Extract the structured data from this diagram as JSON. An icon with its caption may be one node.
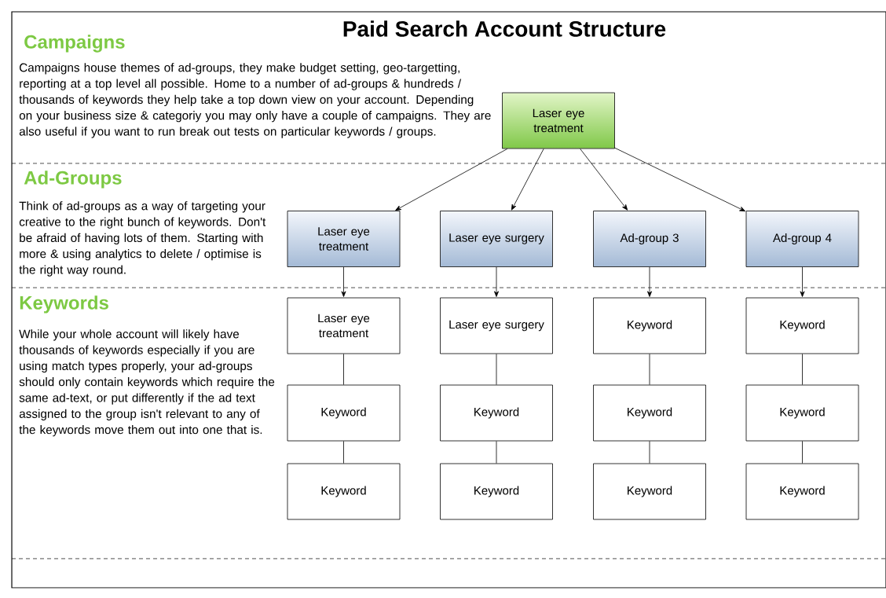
{
  "diagram": {
    "title": "Paid Search Account Structure",
    "nodes": [
      {
        "text": [
          "Laser eye treatment"
        ]
      },
      {
        "text": [
          "Laser eye treatment"
        ]
      },
      {
        "text": [
          "Laser eye surgery"
        ]
      },
      {
        "text": [
          "Ad-group 3"
        ]
      },
      {
        "text": [
          "Ad-group 4"
        ]
      },
      {
        "text": [
          "Laser eye treatment"
        ]
      },
      {
        "text": [
          "Laser eye surgery"
        ]
      },
      {
        "text": [
          "Keyword"
        ]
      },
      {
        "text": [
          "Keyword"
        ]
      },
      {
        "text": [
          "Keyword"
        ]
      },
      {
        "text": [
          "Keyword"
        ]
      },
      {
        "text": [
          "Keyword"
        ]
      },
      {
        "text": [
          "Keyword"
        ]
      },
      {
        "text": [
          "Keyword"
        ]
      },
      {
        "text": [
          "Keyword"
        ]
      },
      {
        "text": [
          "Keyword"
        ]
      },
      {
        "text": [
          "Keyword"
        ]
      }
    ],
    "edges": [
      {
        "from": 0,
        "to": 1,
        "arrow": "to"
      },
      {
        "from": 0,
        "to": 2,
        "arrow": "to"
      },
      {
        "from": 0,
        "to": 3,
        "arrow": "to"
      },
      {
        "from": 0,
        "to": 4,
        "arrow": "to"
      },
      {
        "from": 1,
        "to": 5,
        "arrow": "to"
      },
      {
        "from": 2,
        "to": 6,
        "arrow": "to"
      },
      {
        "from": 3,
        "to": 7,
        "arrow": "to"
      },
      {
        "from": 4,
        "to": 8,
        "arrow": "to"
      },
      {
        "from": 5,
        "to": 9,
        "arrow": "none"
      },
      {
        "from": 6,
        "to": 10,
        "arrow": "none"
      },
      {
        "from": 7,
        "to": 11,
        "arrow": "none"
      },
      {
        "from": 8,
        "to": 12,
        "arrow": "none"
      },
      {
        "from": 9,
        "to": 13,
        "arrow": "none"
      },
      {
        "from": 10,
        "to": 14,
        "arrow": "none"
      },
      {
        "from": 11,
        "to": 15,
        "arrow": "none"
      },
      {
        "from": 12,
        "to": 16,
        "arrow": "none"
      }
    ],
    "labels": [
      "Campaigns",
      "Campaigns house themes of ad-groups, they make budget setting, geo-targetting, reporting at a top level all possible. Home to a number of ad-groups & hundreds / thousands of keywords they help take a top down view on your account. Depending on your business size & categoriy you may only have a couple of campaigns. They are also useful if you want to run break out tests on particular keywords / groups.",
      "Ad-Groups",
      "Think of ad-groups as a way of targeting your creative to the right bunch of keywords. Don't be afraid of having lots of them. Starting with more & using analytics to delete / optimise is the right way round.",
      "Keywords",
      "While your whole account will likely have thousands of keywords especially if you are using match types properly, your ad-groups should only contain keywords which require the same ad-text, or put differently if the ad text assigned to the group isn't relevant to any of the keywords move them out into one that is."
    ]
  }
}
